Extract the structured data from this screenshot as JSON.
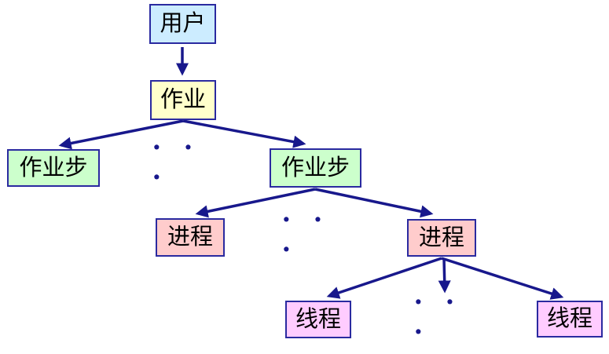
{
  "diagram": {
    "description": "Tree hierarchy: user -> job -> job steps -> processes -> threads",
    "colors": {
      "arrow": "#18188C",
      "border": "#2A2AA0",
      "node_user_fill": "#CCECFF",
      "node_job_fill": "#FFFFCC",
      "node_jobstep_fill": "#CCFFCC",
      "node_process_fill": "#FFCCCC",
      "node_thread_fill": "#FFCCFF"
    },
    "nodes": {
      "user": {
        "label": "用户",
        "fill": "#CCECFF"
      },
      "job": {
        "label": "作业",
        "fill": "#FFFFCC"
      },
      "jobstep_left": {
        "label": "作业步",
        "fill": "#CCFFCC"
      },
      "jobstep_right": {
        "label": "作业步",
        "fill": "#CCFFCC"
      },
      "process_left": {
        "label": "进程",
        "fill": "#FFCCCC"
      },
      "process_right": {
        "label": "进程",
        "fill": "#FFCCCC"
      },
      "thread_left": {
        "label": "线程",
        "fill": "#FFCCFF"
      },
      "thread_right": {
        "label": "线程",
        "fill": "#FFCCFF"
      }
    },
    "ellipsis": {
      "jobstep_row": "· · ·",
      "process_row": "· · ·",
      "thread_row": "· · ·"
    }
  }
}
